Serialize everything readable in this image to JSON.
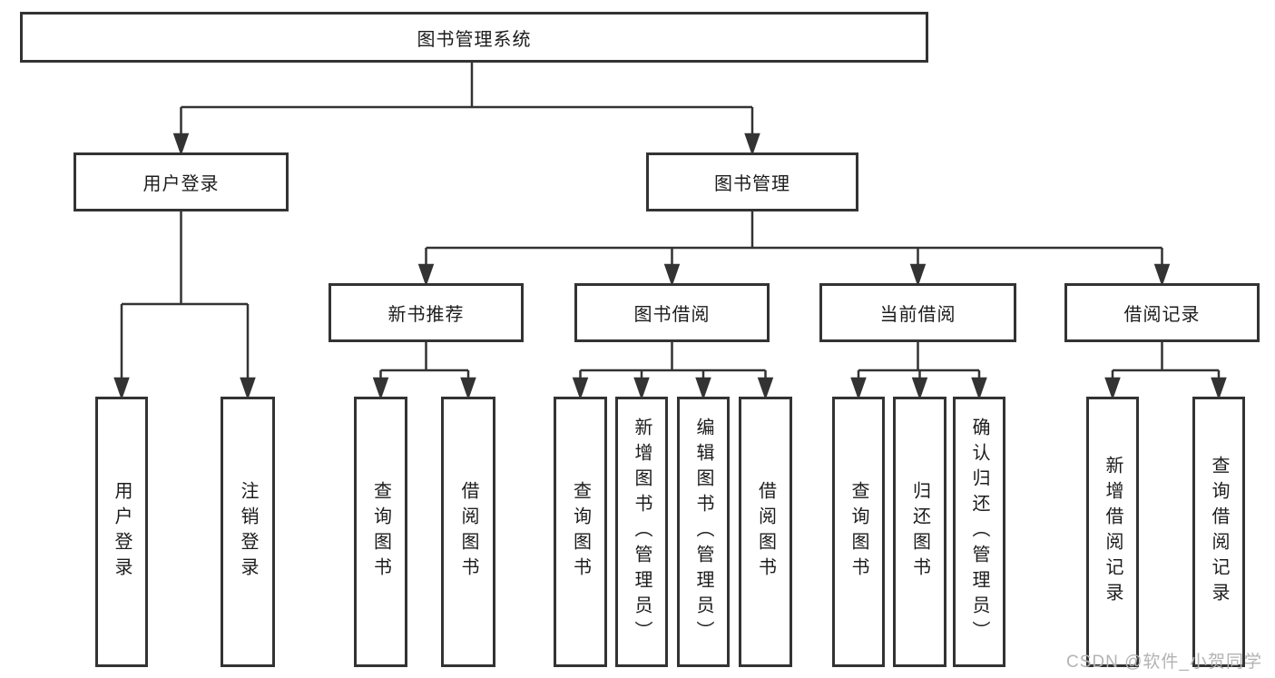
{
  "diagram": {
    "title": "图书管理系统",
    "level2": [
      {
        "label": "用户登录"
      },
      {
        "label": "图书管理"
      }
    ],
    "level3": [
      {
        "label": "新书推荐"
      },
      {
        "label": "图书借阅"
      },
      {
        "label": "当前借阅"
      },
      {
        "label": "借阅记录"
      }
    ],
    "leaves": {
      "user_login": [
        "用户登录",
        "注销登录"
      ],
      "new_book_recommend": [
        "查询图书",
        "借阅图书"
      ],
      "book_borrow": [
        "查询图书",
        "新增图书（管理员）",
        "编辑图书（管理员）",
        "借阅图书"
      ],
      "current_borrow": [
        "查询图书",
        "归还图书",
        "确认归还（管理员）"
      ],
      "borrow_record": [
        "新增借阅记录",
        "查询借阅记录"
      ]
    }
  },
  "watermark": "CSDN @软件_小贺同学",
  "colors": {
    "line": "#333333",
    "text": "#1c1c1e",
    "background": "#ffffff",
    "watermark": "#b3b3b3"
  }
}
